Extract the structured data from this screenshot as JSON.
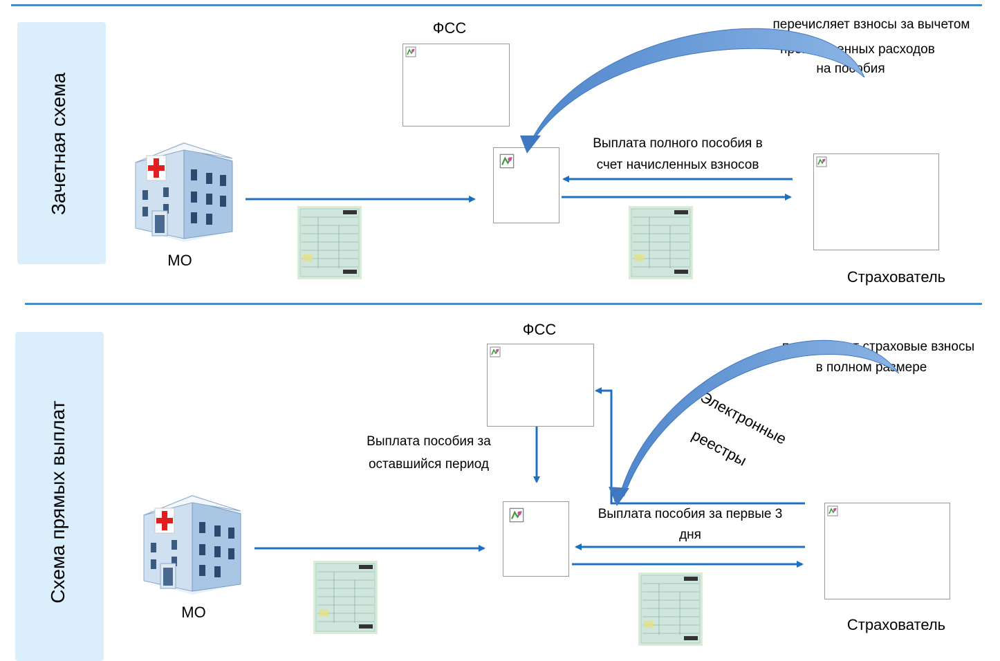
{
  "top_scheme": {
    "title": "Зачетная схема",
    "fss_label": "ФСС",
    "curved_note": "перечисляет взносы за вычетом произведенных расходов на пособия",
    "curved_note_lines": [
      "перечисляет взносы за вычетом",
      "произведенных расходов",
      "на пособия"
    ],
    "payment_lines": [
      "Выплата полного пособия в",
      "счет начисленных взносов"
    ],
    "mo_label": "МО",
    "insurer_label": "Страхователь"
  },
  "bottom_scheme": {
    "title": "Схема прямых выплат",
    "fss_label": "ФСС",
    "curved_note_lines": [
      "перечисляет страховые взносы",
      "в полном размере"
    ],
    "electronic_registers_lines": [
      "Электронные",
      "реестры"
    ],
    "fss_payment_lines": [
      "Выплата пособия за",
      "оставшийся период"
    ],
    "first_days_lines": [
      "Выплата пособия за первые 3",
      "дня"
    ],
    "mo_label": "МО",
    "insurer_label": "Страхователь"
  },
  "colors": {
    "arrow": "#1f6fbf",
    "curved_arrow": "#5b8fd0",
    "divider": "#4a8cc8",
    "side_panel": "#dbeefb"
  },
  "icons": [
    "hospital-icon",
    "sick-leave-form-icon",
    "broken-image-icon"
  ]
}
